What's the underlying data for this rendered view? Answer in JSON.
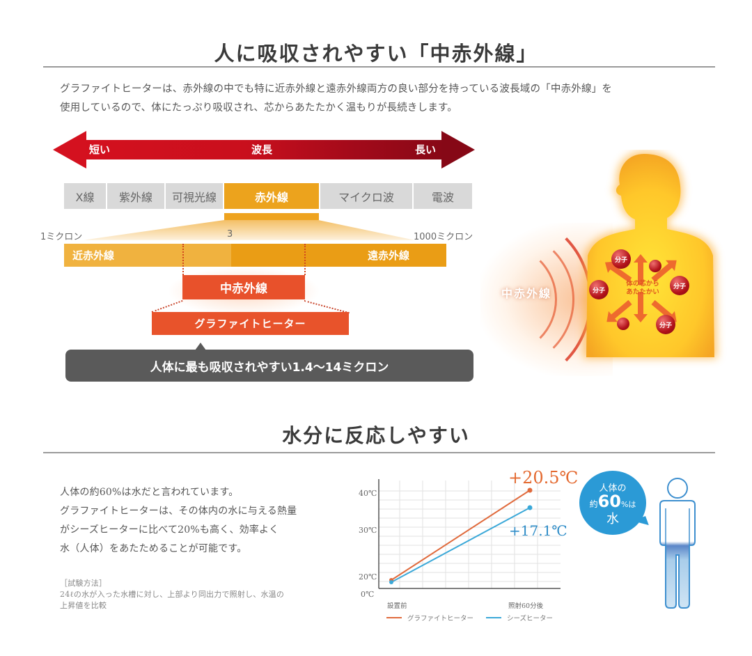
{
  "section1": {
    "title": "人に吸収されやすい「中赤外線」",
    "description_line1": "グラファイトヒーターは、赤外線の中でも特に近赤外線と遠赤外線両方の良い部分を持っている波長域の「中赤外線」を",
    "description_line2": "使用しているので、体にたっぷり吸収され、芯からあたたかく温もりが長続きします。"
  },
  "wavelength_arrow": {
    "left_label": "短い",
    "center_label": "波長",
    "right_label": "長い",
    "colors": {
      "left": "#d4101e",
      "right": "#870816"
    }
  },
  "spectrum": {
    "bands": [
      {
        "label": "X線",
        "width": 62,
        "active": false
      },
      {
        "label": "紫外線",
        "width": 84,
        "active": false
      },
      {
        "label": "可視光線",
        "width": 84,
        "active": false
      },
      {
        "label": "赤外線",
        "width": 138,
        "active": true
      },
      {
        "label": "マイクロ波",
        "width": 134,
        "active": false
      },
      {
        "label": "電波",
        "width": 84,
        "active": false
      }
    ],
    "active_color": "#eca31d",
    "inactive_color": "#d9d9d9"
  },
  "infrared_scale": {
    "min_label": "1ミクロン",
    "mid_label": "3",
    "max_label": "1000ミクロン",
    "near_label": "近赤外線",
    "far_label": "遠赤外線",
    "mid_ir_label": "中赤外線",
    "heater_label": "グラファイトヒーター",
    "callout": "人体に最も吸収されやすい1.4〜14ミクロン"
  },
  "body_illustration": {
    "ray_label": "中赤外線",
    "molecule_label": "分子",
    "core_text_line1": "体の芯から",
    "core_text_line2": "あたたかい"
  },
  "section2": {
    "title": "水分に反応しやすい",
    "paragraph": [
      "人体の約60%は水だと言われています。",
      "グラファイトヒーターは、その体内の水に与える熱量",
      "がシーズヒーターに比べて20%も高く、効率よく",
      "水（人体）をあたためることが可能です。"
    ],
    "method_heading": "［試験方法］",
    "method_line1": "24ℓの水が入った水槽に対し、上部より同出力で照射し、水温の",
    "method_line2": "上昇値を比較"
  },
  "chart_data": {
    "type": "line",
    "title": "",
    "categories": [
      "設置前",
      "照射60分後"
    ],
    "series": [
      {
        "name": "グラファイトヒーター",
        "values": [
          18.5,
          39.0
        ],
        "color": "#e06a3c",
        "delta_label": "+20.5℃"
      },
      {
        "name": "シーズヒーター",
        "values": [
          17.5,
          34.6
        ],
        "color": "#3aa8d8",
        "delta_label": "+17.1℃"
      }
    ],
    "y_ticks": [
      "40℃",
      "30℃",
      "20℃",
      "0℃"
    ],
    "xlabel": "",
    "ylabel": "",
    "grid": true,
    "legend_position": "bottom"
  },
  "water_figure": {
    "bubble_line1": "人体の",
    "bubble_prefix": "約",
    "bubble_number": "60",
    "bubble_suffix": "%は",
    "bubble_line3": "水",
    "color": "#2b9ad6"
  }
}
